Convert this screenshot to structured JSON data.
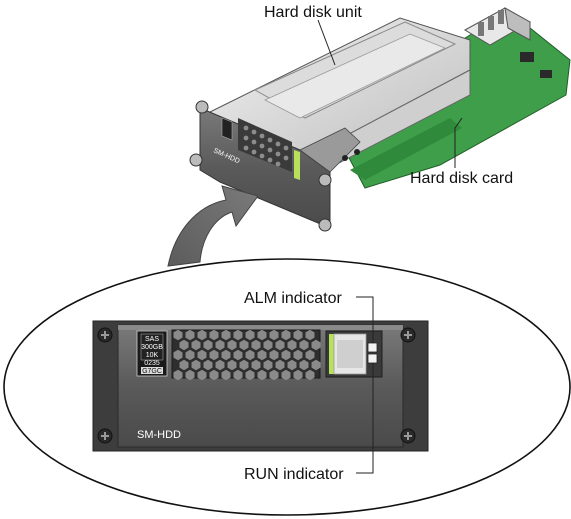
{
  "labels": {
    "hard_disk_unit": "Hard disk unit",
    "hard_disk_card": "Hard disk card",
    "alm_indicator": "ALM indicator",
    "run_indicator": "RUN indicator"
  },
  "panel": {
    "model": "SM-HDD",
    "disk_label": {
      "line1": "SAS",
      "line2": "300GB",
      "line3": "10K",
      "line4": "0235",
      "line5": "G7GC"
    }
  },
  "colors": {
    "panel_face": "#5a5a5a",
    "pcb_green": "#3f9e4a",
    "latch_green": "#b8e05a",
    "arrow_gray": "#606060"
  }
}
